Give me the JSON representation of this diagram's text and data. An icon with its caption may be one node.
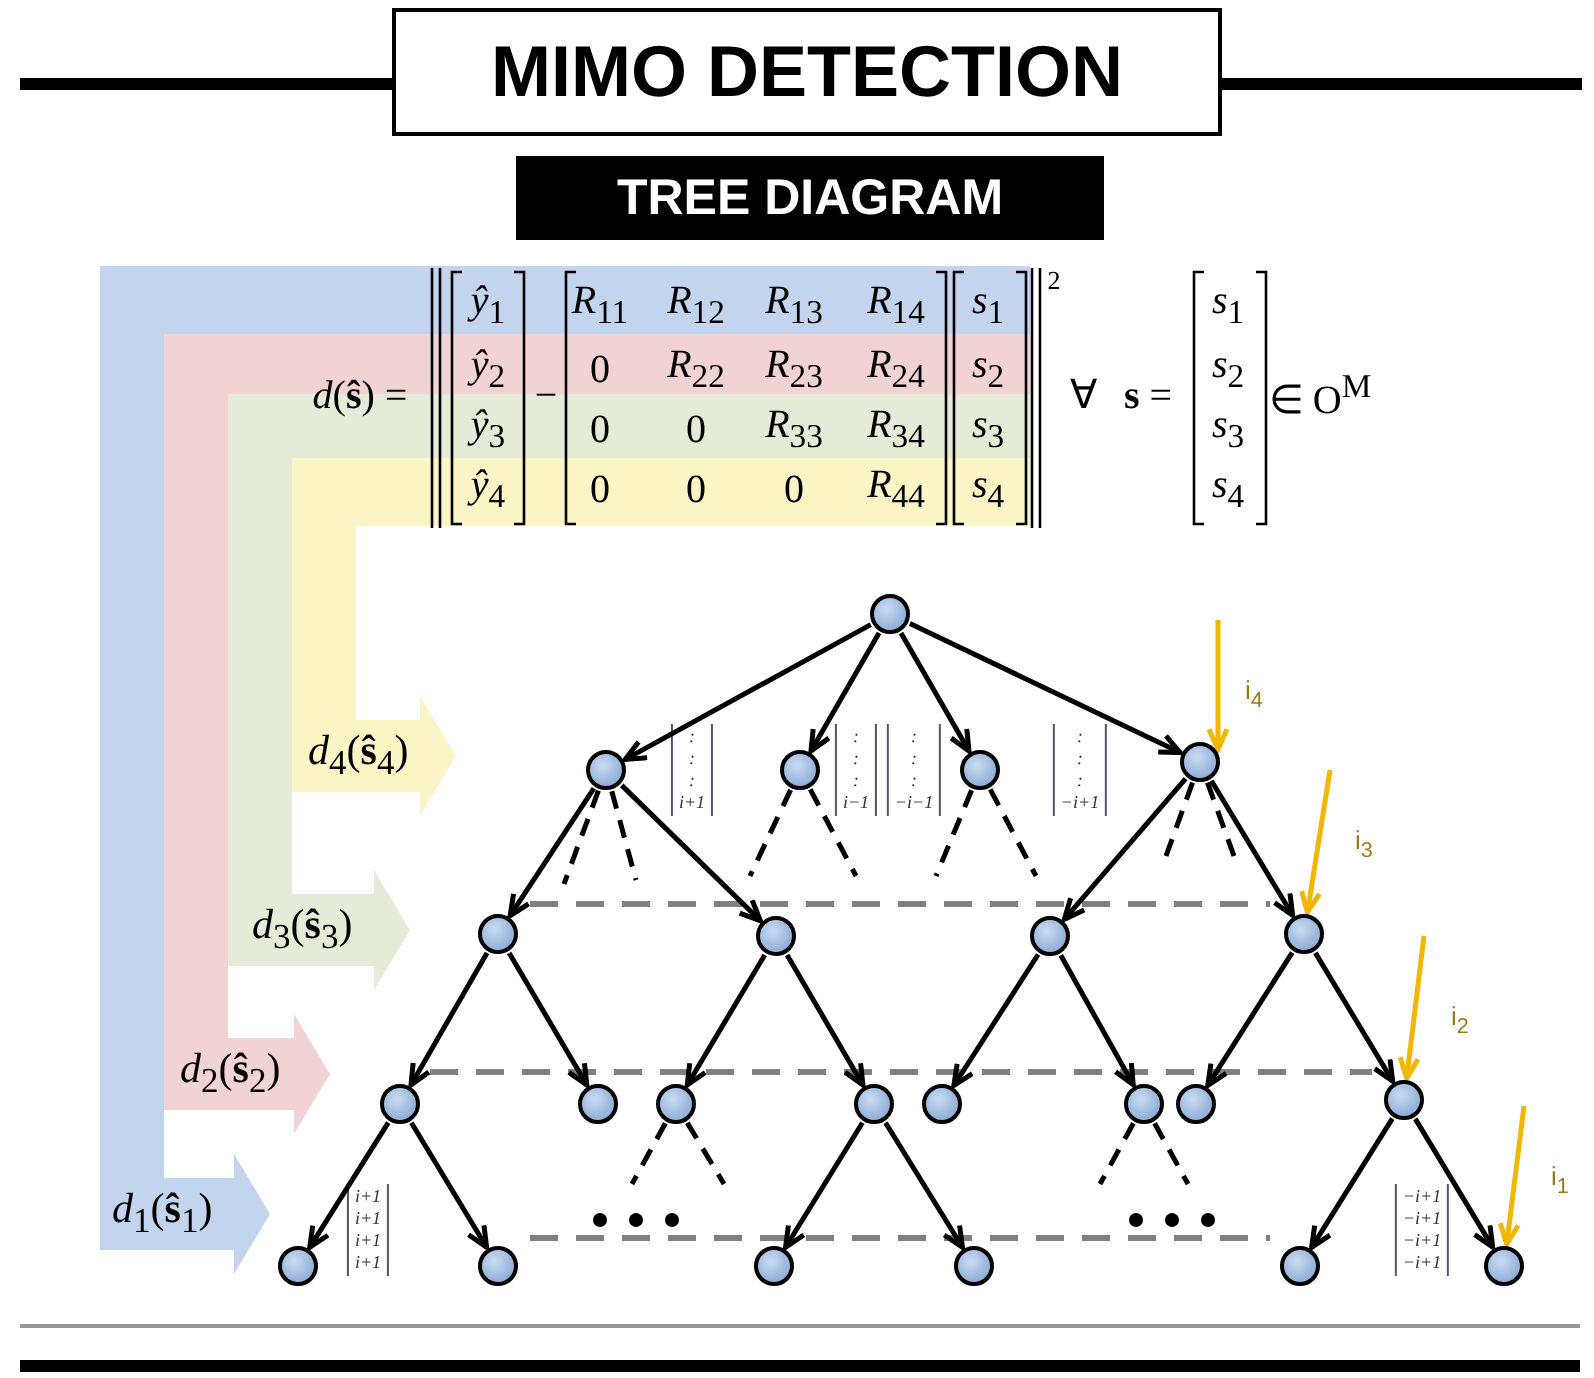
{
  "diagram": {
    "title": "MIMO DETECTION",
    "nodes": [
      {
        "text": [],
        "shape": "circle"
      },
      {
        "text": [],
        "shape": "circle"
      },
      {
        "text": [],
        "shape": "circle"
      },
      {
        "text": [],
        "shape": "circle"
      },
      {
        "text": [],
        "shape": "circle"
      },
      {
        "text": [],
        "shape": "circle"
      },
      {
        "text": [],
        "shape": "circle"
      },
      {
        "text": [],
        "shape": "circle"
      },
      {
        "text": [],
        "shape": "circle"
      },
      {
        "text": [],
        "shape": "circle"
      },
      {
        "text": [],
        "shape": "circle"
      },
      {
        "text": [],
        "shape": "circle"
      },
      {
        "text": [],
        "shape": "circle"
      },
      {
        "text": [],
        "shape": "circle"
      },
      {
        "text": [],
        "shape": "circle"
      },
      {
        "text": [],
        "shape": "circle"
      },
      {
        "text": [],
        "shape": "circle"
      },
      {
        "text": [],
        "shape": "circle"
      },
      {
        "text": [],
        "shape": "circle"
      },
      {
        "text": [],
        "shape": "circle"
      },
      {
        "text": [],
        "shape": "circle"
      },
      {
        "text": [],
        "shape": "circle"
      },
      {
        "text": [],
        "shape": "circle"
      },
      {
        "text": [
          "*d*$_{4}$(**ŝ**$_{4}$)"
        ]
      },
      {
        "text": [
          "*d*$_{3}$(**ŝ**$_{3}$)"
        ]
      },
      {
        "text": [
          "*d*$_{2}$(**ŝ**$_{2}$)"
        ]
      },
      {
        "text": [
          "*d*$_{1}$(**ŝ**$_{1}$)"
        ]
      }
    ],
    "edges": [
      {
        "from": 0,
        "to": 1,
        "arrow": "to"
      },
      {
        "from": 0,
        "to": 2,
        "arrow": "to"
      },
      {
        "from": 0,
        "to": 3,
        "arrow": "to"
      },
      {
        "from": 0,
        "to": 4,
        "arrow": "to"
      },
      {
        "from": 1,
        "to": 5,
        "arrow": "to"
      },
      {
        "from": 1,
        "to": 6,
        "arrow": "to"
      },
      {
        "from": 4,
        "to": 7,
        "arrow": "to"
      },
      {
        "from": 4,
        "to": 8,
        "arrow": "to"
      },
      {
        "from": 5,
        "to": 9,
        "arrow": "to"
      },
      {
        "from": 5,
        "to": 10,
        "arrow": "to"
      },
      {
        "from": 6,
        "to": 11,
        "arrow": "to"
      },
      {
        "from": 6,
        "to": 12,
        "arrow": "to"
      },
      {
        "from": 7,
        "to": 13,
        "arrow": "to"
      },
      {
        "from": 7,
        "to": 14,
        "arrow": "to"
      },
      {
        "from": 8,
        "to": 15,
        "arrow": "to"
      },
      {
        "from": 8,
        "to": 16,
        "arrow": "to"
      },
      {
        "from": 9,
        "to": 17,
        "arrow": "to"
      },
      {
        "from": 9,
        "to": 18,
        "arrow": "to"
      },
      {
        "from": 12,
        "to": 19,
        "arrow": "to"
      },
      {
        "from": 12,
        "to": 20,
        "arrow": "to"
      },
      {
        "from": 16,
        "to": 21,
        "arrow": "to"
      },
      {
        "from": 16,
        "to": 22,
        "arrow": "to"
      },
      {
        "from": 1,
        "to": null,
        "arrow": "none",
        "style": "dashed"
      },
      {
        "from": 1,
        "to": null,
        "arrow": "none",
        "style": "dashed"
      },
      {
        "from": 2,
        "to": null,
        "arrow": "none",
        "style": "dashed"
      },
      {
        "from": 2,
        "to": null,
        "arrow": "none",
        "style": "dashed"
      },
      {
        "from": 3,
        "to": null,
        "arrow": "none",
        "style": "dashed"
      },
      {
        "from": 3,
        "to": null,
        "arrow": "none",
        "style": "dashed"
      },
      {
        "from": 4,
        "to": null,
        "arrow": "none",
        "style": "dashed"
      },
      {
        "from": 4,
        "to": null,
        "arrow": "none",
        "style": "dashed"
      },
      {
        "from": 11,
        "to": null,
        "arrow": "none",
        "style": "dashed"
      },
      {
        "from": 11,
        "to": null,
        "arrow": "none",
        "style": "dashed"
      },
      {
        "from": 14,
        "to": null,
        "arrow": "none",
        "style": "dashed"
      },
      {
        "from": 14,
        "to": null,
        "arrow": "none",
        "style": "dashed"
      },
      {
        "from": null,
        "to": 4,
        "arrow": "to",
        "label": "i$_{4}$",
        "color": "#f2b705"
      },
      {
        "from": null,
        "to": 8,
        "arrow": "to",
        "label": "i$_{3}$",
        "color": "#f2b705"
      },
      {
        "from": null,
        "to": 16,
        "arrow": "to",
        "label": "i$_{2}$",
        "color": "#f2b705"
      },
      {
        "from": null,
        "to": 22,
        "arrow": "to",
        "label": "i$_{1}$",
        "color": "#f2b705"
      }
    ],
    "labels": [
      "TREE DIAGRAM",
      "*d*(**ŝ**) =",
      "*ŷ*$_{1}$",
      "*ŷ*$_{2}$",
      "*ŷ*$_{3}$",
      "*ŷ*$_{4}$",
      "−",
      "*R*$_{11}$",
      "*R*$_{12}$",
      "*R*$_{13}$",
      "*R*$_{14}$",
      "0",
      "*R*$_{22}$",
      "*R*$_{23}$",
      "*R*$_{24}$",
      "0",
      "0",
      "*R*$_{33}$",
      "*R*$_{34}$",
      "0",
      "0",
      "0",
      "*R*$_{44}$",
      "*s*$_{1}$",
      "*s*$_{2}$",
      "*s*$_{3}$",
      "*s*$_{4}$",
      "2",
      "∀",
      "**s** =",
      "*s*$_{1}$",
      "*s*$_{2}$",
      "*s*$_{3}$",
      "*s*$_{4}$",
      "∈ O$^{M}$",
      ": : : i+1",
      ": : : i−1",
      ": : : −i−1",
      ": : : −i+1",
      "i+1 i+1 i+1 i+1",
      "−i+1 −i+1 −i+1 −i+1"
    ]
  }
}
